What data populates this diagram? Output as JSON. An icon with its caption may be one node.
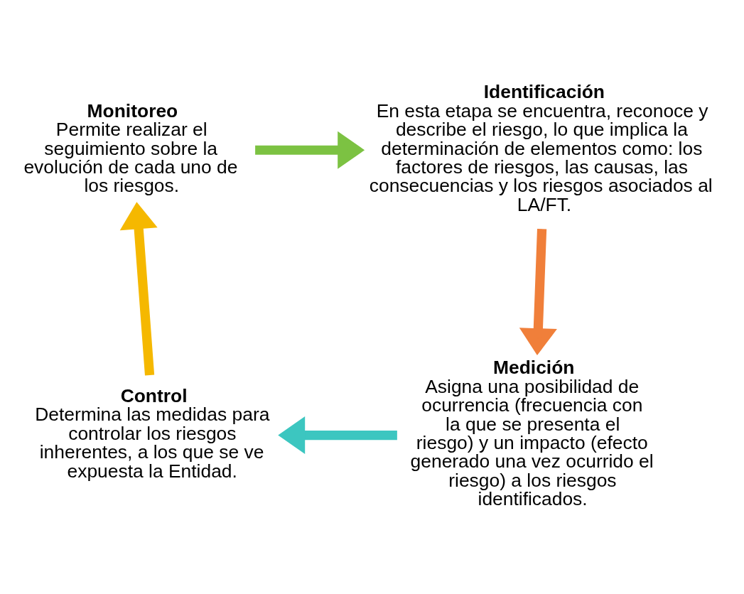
{
  "diagram": {
    "nodes": [
      {
        "text": [
          "Monitoreo",
          "Permite realizar el seguimiento sobre la evolución de cada uno de los riesgos."
        ]
      },
      {
        "text": [
          "Identificación",
          "En esta etapa se encuentra, reconoce y describe el riesgo, lo que implica la determinación de elementos como: los factores de riesgos, las causas, las consecuencias y los riesgos asociados al LA/FT."
        ]
      },
      {
        "text": [
          "Medición",
          "Asigna una posibilidad de ocurrencia (frecuencia con la que se presenta el riesgo) y un impacto (efecto generado una vez ocurrido el riesgo) a los riesgos identificados."
        ]
      },
      {
        "text": [
          "Control",
          "Determina las medidas para controlar los riesgos inherentes, a los que se ve expuesta la Entidad."
        ]
      }
    ],
    "edges": [
      {
        "from": 0,
        "to": 1,
        "arrow": "to",
        "color": "#7cc242"
      },
      {
        "from": 1,
        "to": 2,
        "arrow": "to",
        "color": "#f07f3a"
      },
      {
        "from": 2,
        "to": 3,
        "arrow": "to",
        "color": "#3cc6c0"
      },
      {
        "from": 3,
        "to": 0,
        "arrow": "to",
        "color": "#f5b800"
      }
    ]
  }
}
